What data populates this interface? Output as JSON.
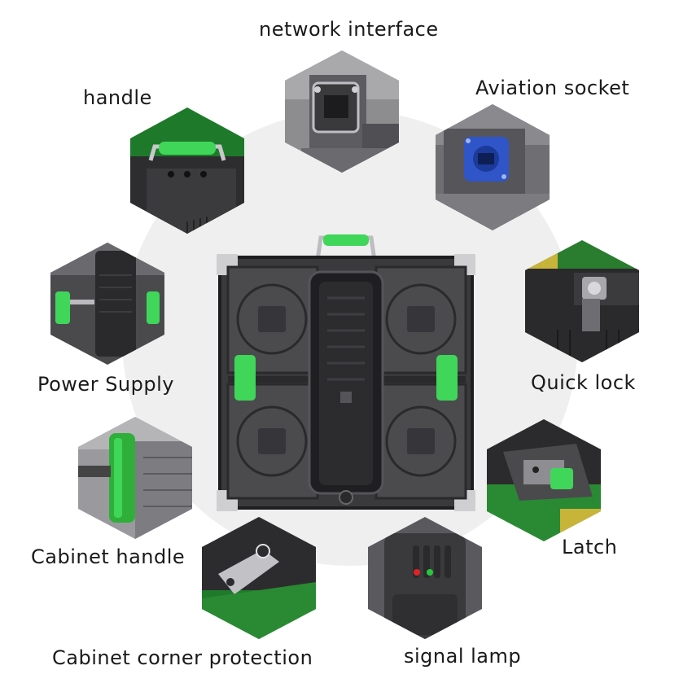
{
  "labels": {
    "network_interface": "network interface",
    "handle": "handle",
    "aviation_socket": "Aviation socket",
    "power_supply": "Power Supply",
    "quick_lock": "Quick lock",
    "cabinet_handle": "Cabinet handle",
    "latch": "Latch",
    "cabinet_corner_protection": "Cabinet corner protection",
    "signal_lamp": "signal lamp"
  },
  "colors": {
    "accent_green": "#2fae3a",
    "handle_green": "#3fd65a",
    "panel_dark": "#2a2a2c",
    "panel_mid": "#4b4b4e",
    "socket_blue": "#2f55c8"
  }
}
